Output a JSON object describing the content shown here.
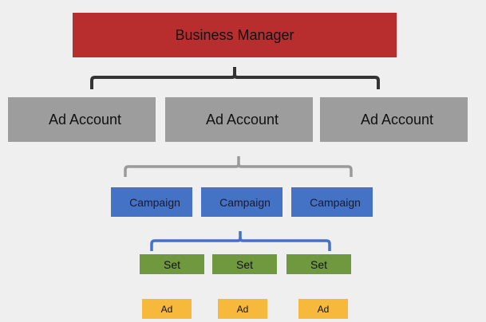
{
  "colors": {
    "background": "#efefef",
    "business_manager": "#b82e2e",
    "ad_account": "#9d9d9d",
    "campaign": "#4472c4",
    "set": "#70993f",
    "ad": "#f6b93b",
    "bracket_top": "#333333",
    "bracket_accounts": "#9a9a9a",
    "bracket_campaigns": "#4472c4"
  },
  "diagram": {
    "business_manager": "Business Manager",
    "ad_accounts": [
      "Ad Account",
      "Ad Account",
      "Ad Account"
    ],
    "campaigns": [
      "Campaign",
      "Campaign",
      "Campaign"
    ],
    "sets": [
      "Set",
      "Set",
      "Set"
    ],
    "ads": [
      "Ad",
      "Ad",
      "Ad"
    ]
  }
}
